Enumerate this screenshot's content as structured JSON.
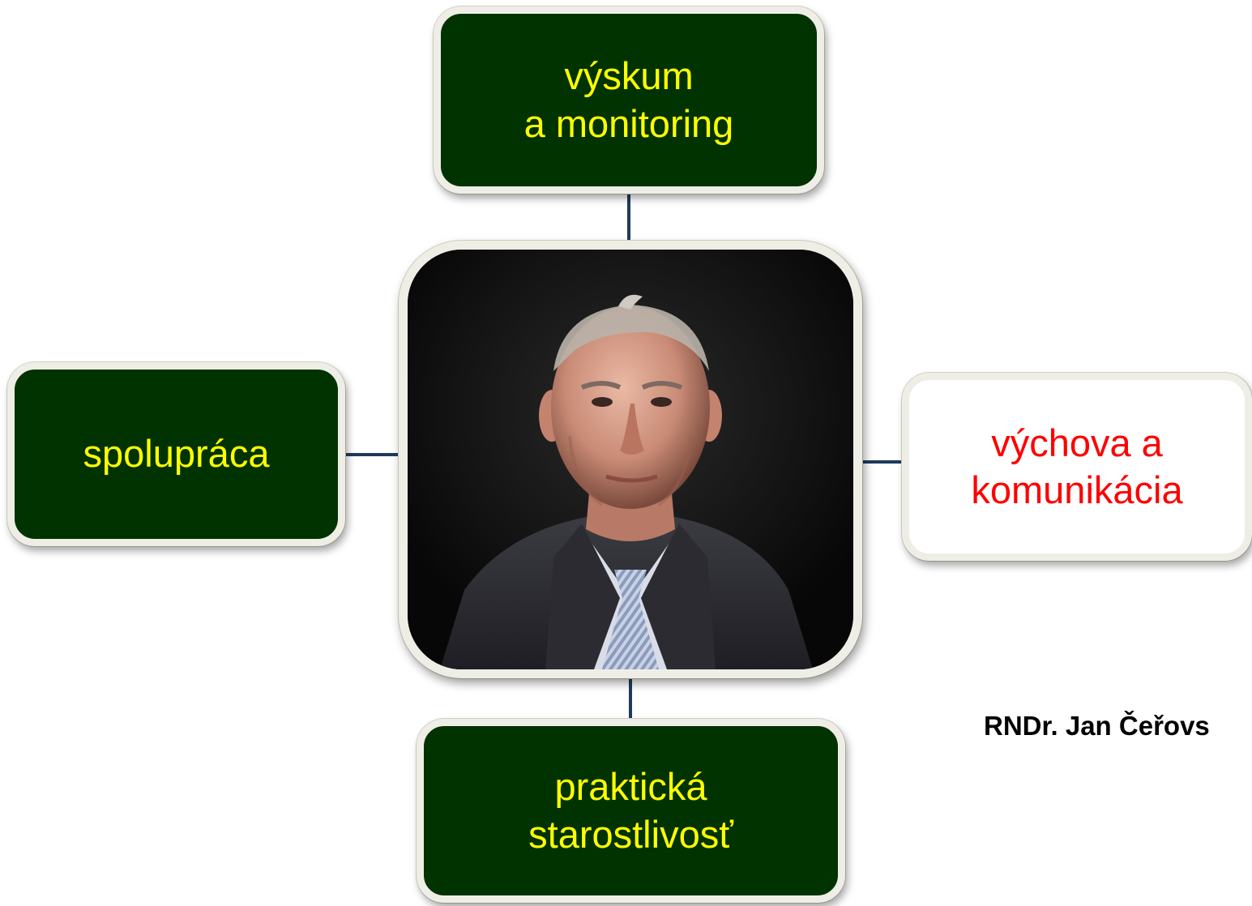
{
  "nodes": {
    "top": {
      "lines": [
        "výskum",
        "a monitoring"
      ]
    },
    "left": {
      "lines": [
        "spolupráca"
      ]
    },
    "right": {
      "lines": [
        "výchova a",
        "komunikácia"
      ]
    },
    "bottom": {
      "lines": [
        "praktická",
        "starostlivosť"
      ]
    }
  },
  "center": {
    "image": "portrait-photo"
  },
  "caption": {
    "text": "RNDr. Jan Čeřovs"
  },
  "colors": {
    "box_fill": "#003300",
    "box_text": "#ffff00",
    "highlight_fill": "#ffffff",
    "highlight_text": "#ff0000",
    "connector": "#1f3b5c",
    "border": "#efeee6"
  }
}
